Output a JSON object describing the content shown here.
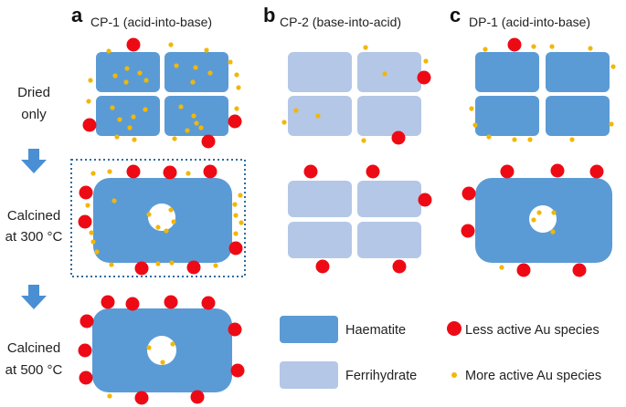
{
  "panels": [
    {
      "letter": "a",
      "title": "CP-1 (acid-into-base)"
    },
    {
      "letter": "b",
      "title": "CP-2 (base-into-acid)"
    },
    {
      "letter": "c",
      "title": "DP-1 (acid-into-base)"
    }
  ],
  "rows": [
    {
      "line1": "Dried",
      "line2": "only"
    },
    {
      "line1": "Calcined",
      "line2": "at 300 °C"
    },
    {
      "line1": "Calcined",
      "line2": "at 500 °C"
    }
  ],
  "legend": {
    "haematite": "Haematite",
    "ferrihydrate": "Ferrihydrate",
    "less_active": "Less active Au species",
    "more_active": "More active Au species"
  },
  "colors": {
    "haematite": "#5b9bd5",
    "ferrihydrate": "#b4c7e7",
    "less_active_au": "#ee0a14",
    "more_active_au": "#f2b706",
    "arrow": "#4a8fd4",
    "dashed_box": "#2e6c9e"
  }
}
